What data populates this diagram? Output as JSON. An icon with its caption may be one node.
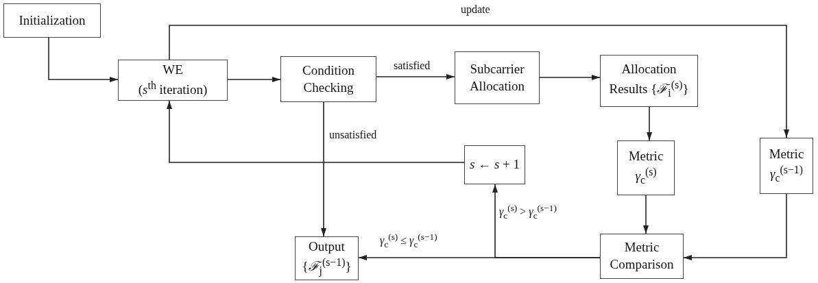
{
  "diagram": {
    "nodes": [
      {
        "text": [
          "Initialization"
        ]
      },
      {
        "text": [
          "WE",
          "(*s*$^{th}$ iteration)"
        ]
      },
      {
        "text": [
          "Condition Checking"
        ]
      },
      {
        "text": [
          "Subcarrier Allocation"
        ]
      },
      {
        "text": [
          "Allocation Results {*ℱ*$_{i}$$^{(s)}$}"
        ]
      },
      {
        "text": [
          "Metric",
          "*γ*$_{c}$$^{(s)}$"
        ]
      },
      {
        "text": [
          "Metric",
          "*γ*$_{c}$$^{(s−1)}$"
        ]
      },
      {
        "text": [
          "*s* ← *s* + 1"
        ]
      },
      {
        "text": [
          "Output",
          "{*ℱ*$_{j}$$^{(s−1)}$}"
        ]
      },
      {
        "text": [
          "Metric Comparison"
        ]
      }
    ],
    "edges": [
      {
        "from": 0,
        "to": 1,
        "arrow": "to"
      },
      {
        "from": 1,
        "to": 2,
        "arrow": "to"
      },
      {
        "from": 2,
        "to": 3,
        "arrow": "to",
        "label": "satisfied"
      },
      {
        "from": 3,
        "to": 4,
        "arrow": "to"
      },
      {
        "from": 1,
        "to": 6,
        "arrow": "to",
        "label": "update"
      },
      {
        "from": 4,
        "to": 5,
        "arrow": "to"
      },
      {
        "from": 2,
        "to": 8,
        "arrow": "to",
        "label": "unsatisfied"
      },
      {
        "from": 7,
        "to": 1,
        "arrow": "to"
      },
      {
        "from": 5,
        "to": 9,
        "arrow": "to"
      },
      {
        "from": 6,
        "to": 9,
        "arrow": "to"
      },
      {
        "from": 9,
        "to": 8,
        "arrow": "to",
        "label": "*γ*$_{c}$$^{(s)}$ ≤ *γ*$_{c}$$^{(s−1)}$"
      },
      {
        "from": 9,
        "to": 7,
        "arrow": "to",
        "label": "*γ*$_{c}$$^{(s)}$ > *γ*$_{c}$$^{(s−1)}$"
      }
    ]
  }
}
